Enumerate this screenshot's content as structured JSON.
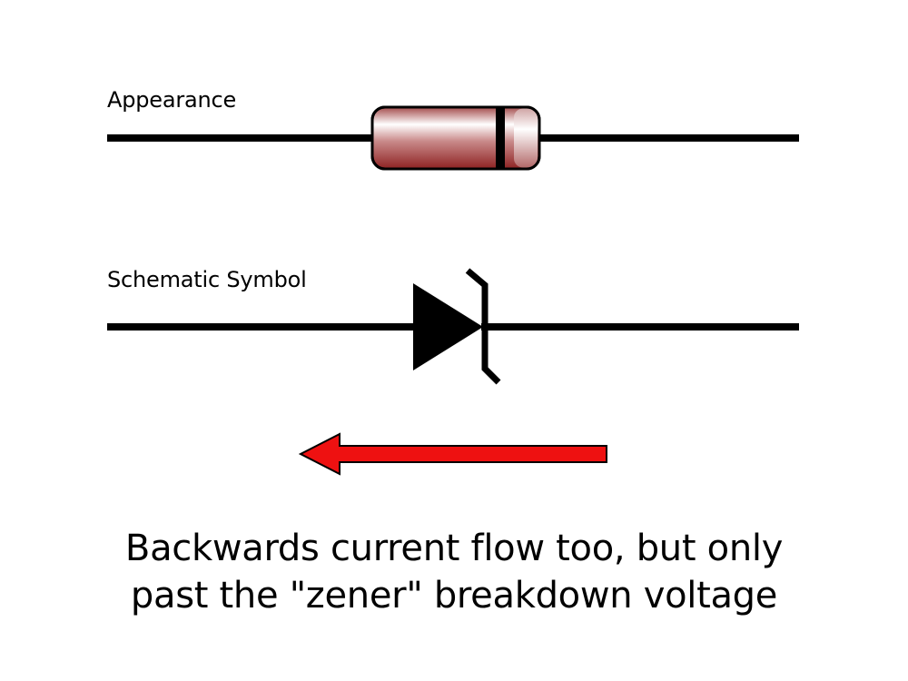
{
  "labels": {
    "appearance": "Appearance",
    "schematic_symbol": "Schematic Symbol"
  },
  "caption": {
    "line1": "Backwards current flow too, but only",
    "line2": "past the \"zener\" breakdown voltage"
  },
  "colors": {
    "wire": "#000000",
    "arrow": "#ee1111",
    "diode_body_dark": "#8e2222",
    "diode_body_light": "#ffffff",
    "background": "#ffffff"
  },
  "icons": {
    "component": "zener-diode",
    "arrow_direction": "left"
  }
}
